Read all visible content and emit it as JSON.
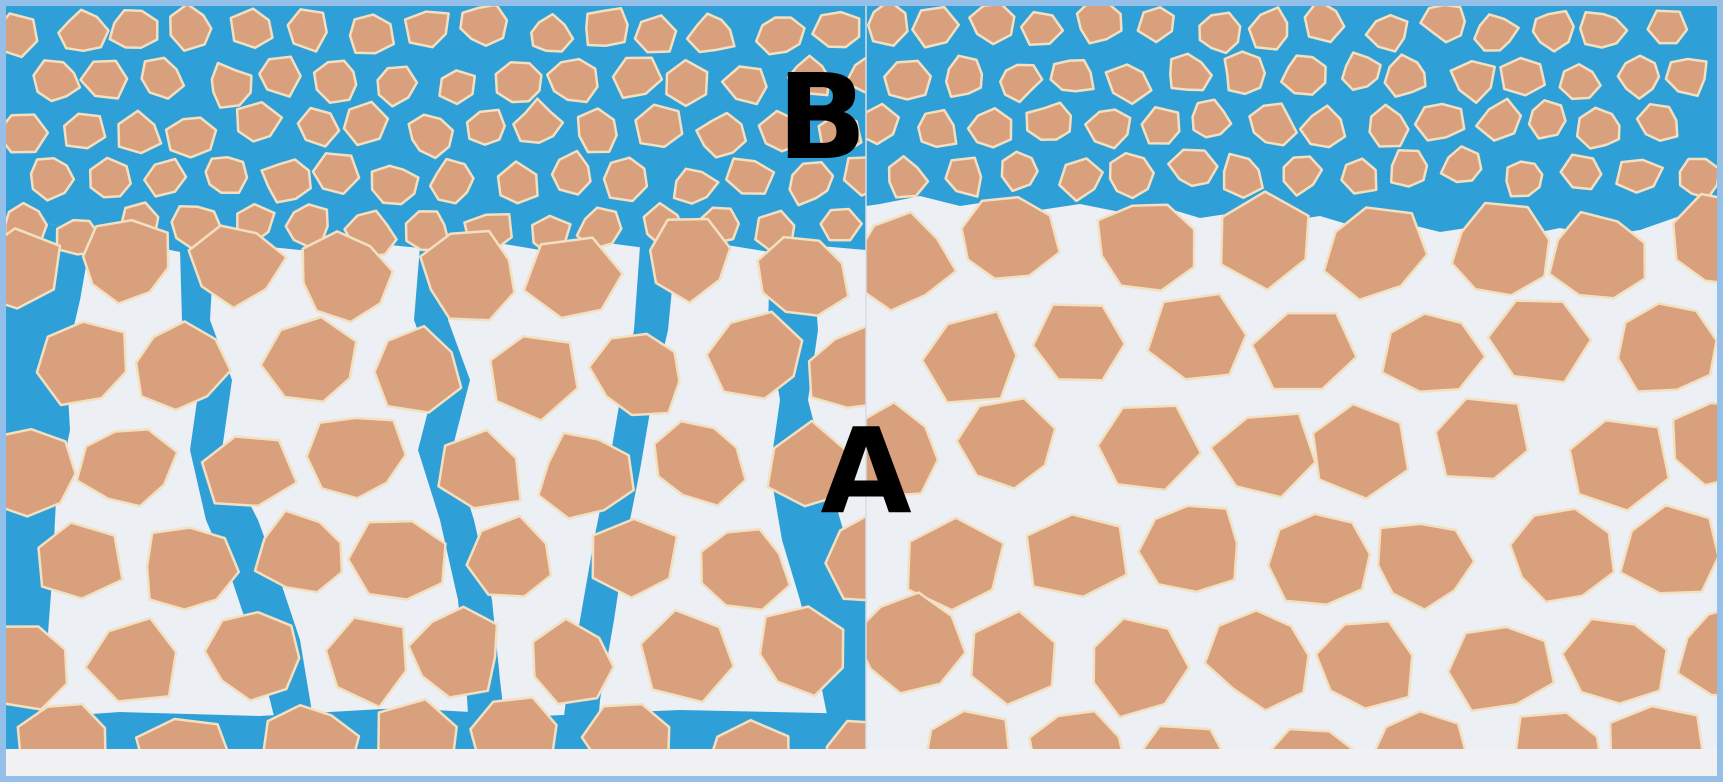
{
  "figure": {
    "labels": [
      {
        "id": "label-b",
        "text": "B"
      },
      {
        "id": "label-a",
        "text": "A"
      }
    ]
  },
  "colors": {
    "frame": "#93bfe9",
    "grain": "#d9a07e",
    "grain_edge": "#f2e0c0",
    "water": "#2f9fd8",
    "pore_space": "#eceff4",
    "bottom_band": "#f1f1f3",
    "label": "#000000"
  }
}
